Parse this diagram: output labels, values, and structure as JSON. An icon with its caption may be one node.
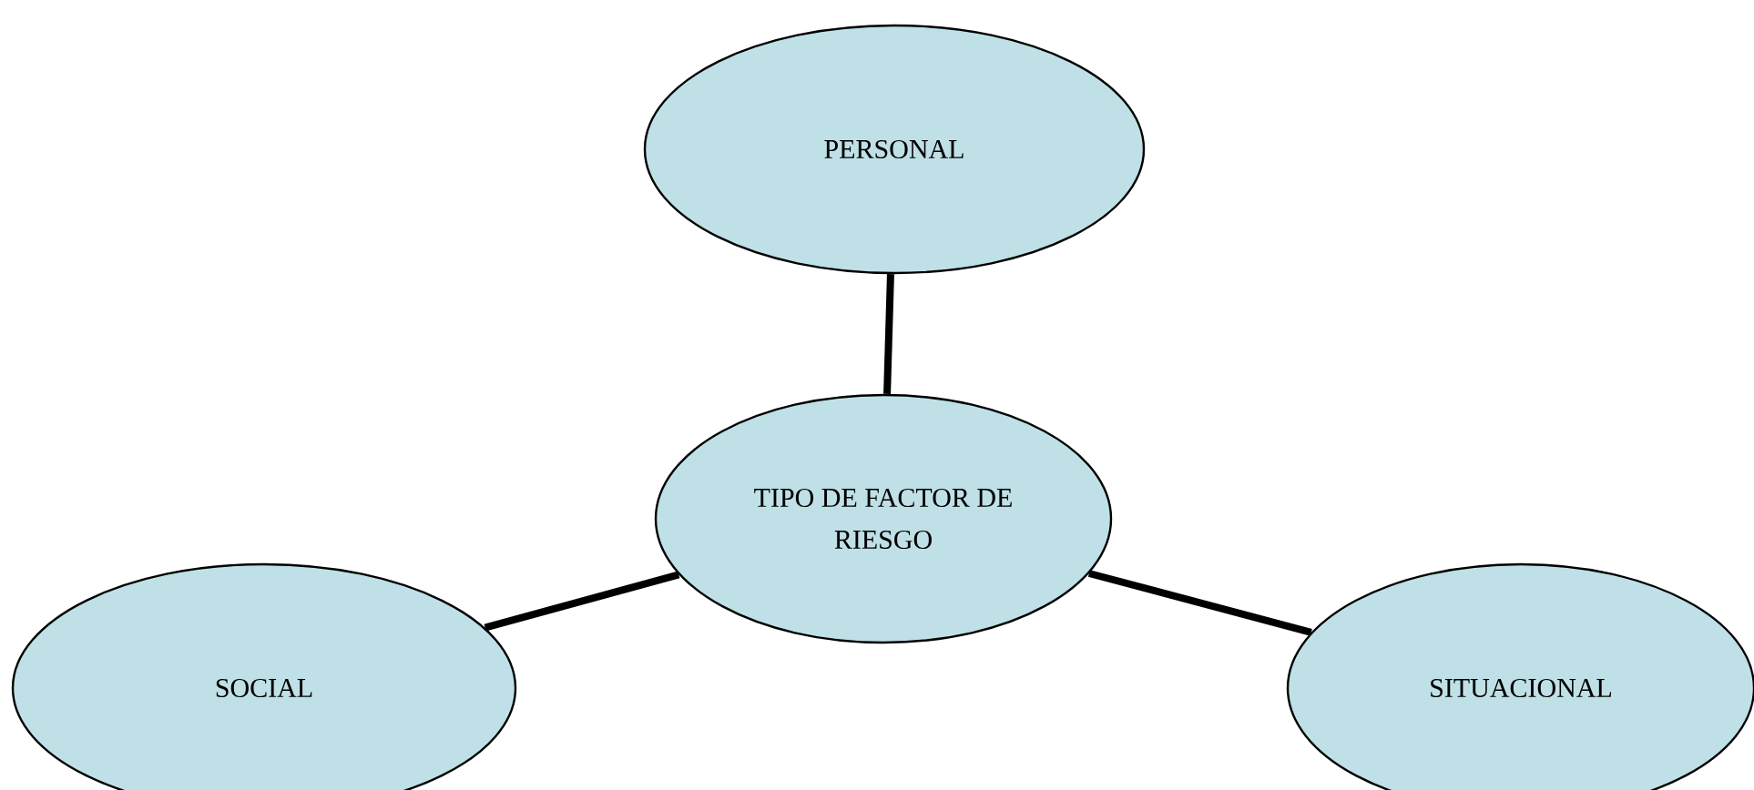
{
  "diagram": {
    "nodes": [
      {
        "text": [
          "PERSONAL"
        ]
      },
      {
        "text": [
          "TIPO DE FACTOR DE RIESGO"
        ]
      },
      {
        "text": [
          "SOCIAL"
        ]
      },
      {
        "text": [
          "SITUACIONAL"
        ]
      }
    ],
    "edges": [
      {
        "from": 0,
        "to": 1,
        "arrow": "none"
      },
      {
        "from": 2,
        "to": 1,
        "arrow": "none"
      },
      {
        "from": 1,
        "to": 3,
        "arrow": "none"
      }
    ]
  }
}
